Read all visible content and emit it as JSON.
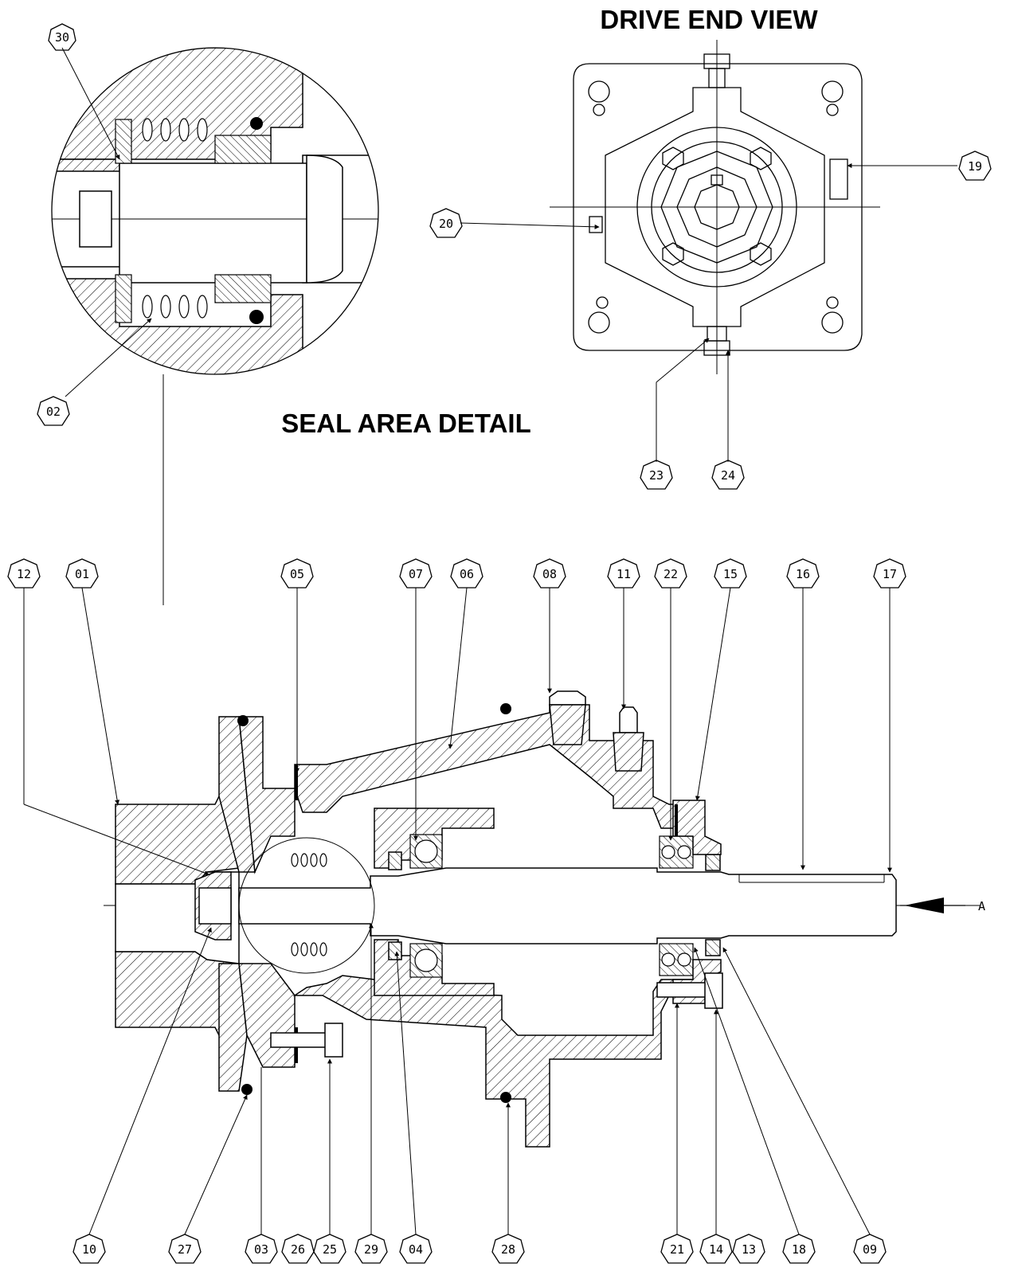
{
  "titles": {
    "drive_end": "DRIVE END VIEW",
    "seal_area": "SEAL AREA DETAIL",
    "view_arrow": "A"
  },
  "labels": {
    "b30": "30",
    "b02": "02",
    "b20": "20",
    "b19": "19",
    "b23": "23",
    "b24": "24",
    "b12": "12",
    "b01": "01",
    "b05": "05",
    "b07": "07",
    "b06": "06",
    "b08": "08",
    "b11": "11",
    "b22": "22",
    "b15": "15",
    "b16": "16",
    "b17": "17",
    "b10": "10",
    "b27": "27",
    "b03": "03",
    "b26": "26",
    "b25": "25",
    "b29": "29",
    "b04": "04",
    "b28": "28",
    "b21": "21",
    "b14": "14",
    "b13": "13",
    "b18": "18",
    "b09": "09"
  }
}
